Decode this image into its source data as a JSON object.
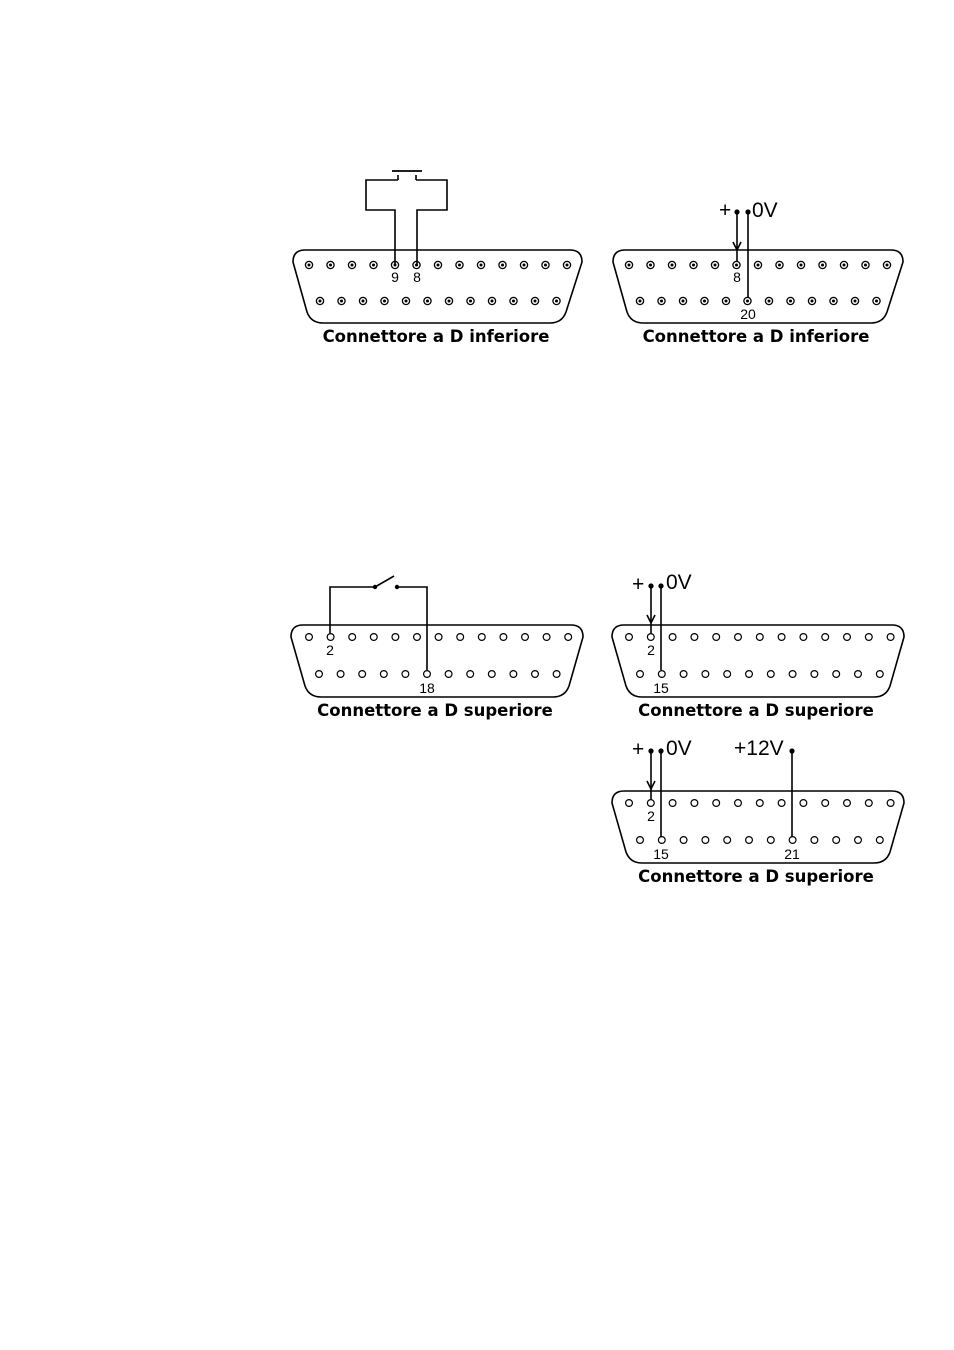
{
  "diagrams": {
    "d1": {
      "caption": "Connettore a D inferiore",
      "pin_labels": {
        "top_pin_9": "9",
        "top_pin_8": "8"
      }
    },
    "d2": {
      "caption": "Connettore a D inferiore",
      "pin_labels": {
        "top_pin_8": "8",
        "bottom_pin_20": "20"
      },
      "supply": {
        "plus": "+",
        "zero": "0V"
      }
    },
    "d3": {
      "caption": "Connettore a D superiore",
      "pin_labels": {
        "top_pin_2": "2",
        "bottom_pin_18": "18"
      }
    },
    "d4": {
      "caption": "Connettore a D superiore",
      "pin_labels": {
        "top_pin_2": "2",
        "bottom_pin_15": "15"
      },
      "supply": {
        "plus": "+",
        "zero": "0V"
      }
    },
    "d5": {
      "caption": "Connettore a D superiore",
      "pin_labels": {
        "top_pin_2": "2",
        "bottom_pin_15": "15",
        "bottom_pin_21": "21"
      },
      "supply": {
        "plus": "+",
        "zero": "0V",
        "twelve": "+12V"
      }
    }
  },
  "colors": {
    "line": "#000000",
    "background": "#ffffff"
  }
}
